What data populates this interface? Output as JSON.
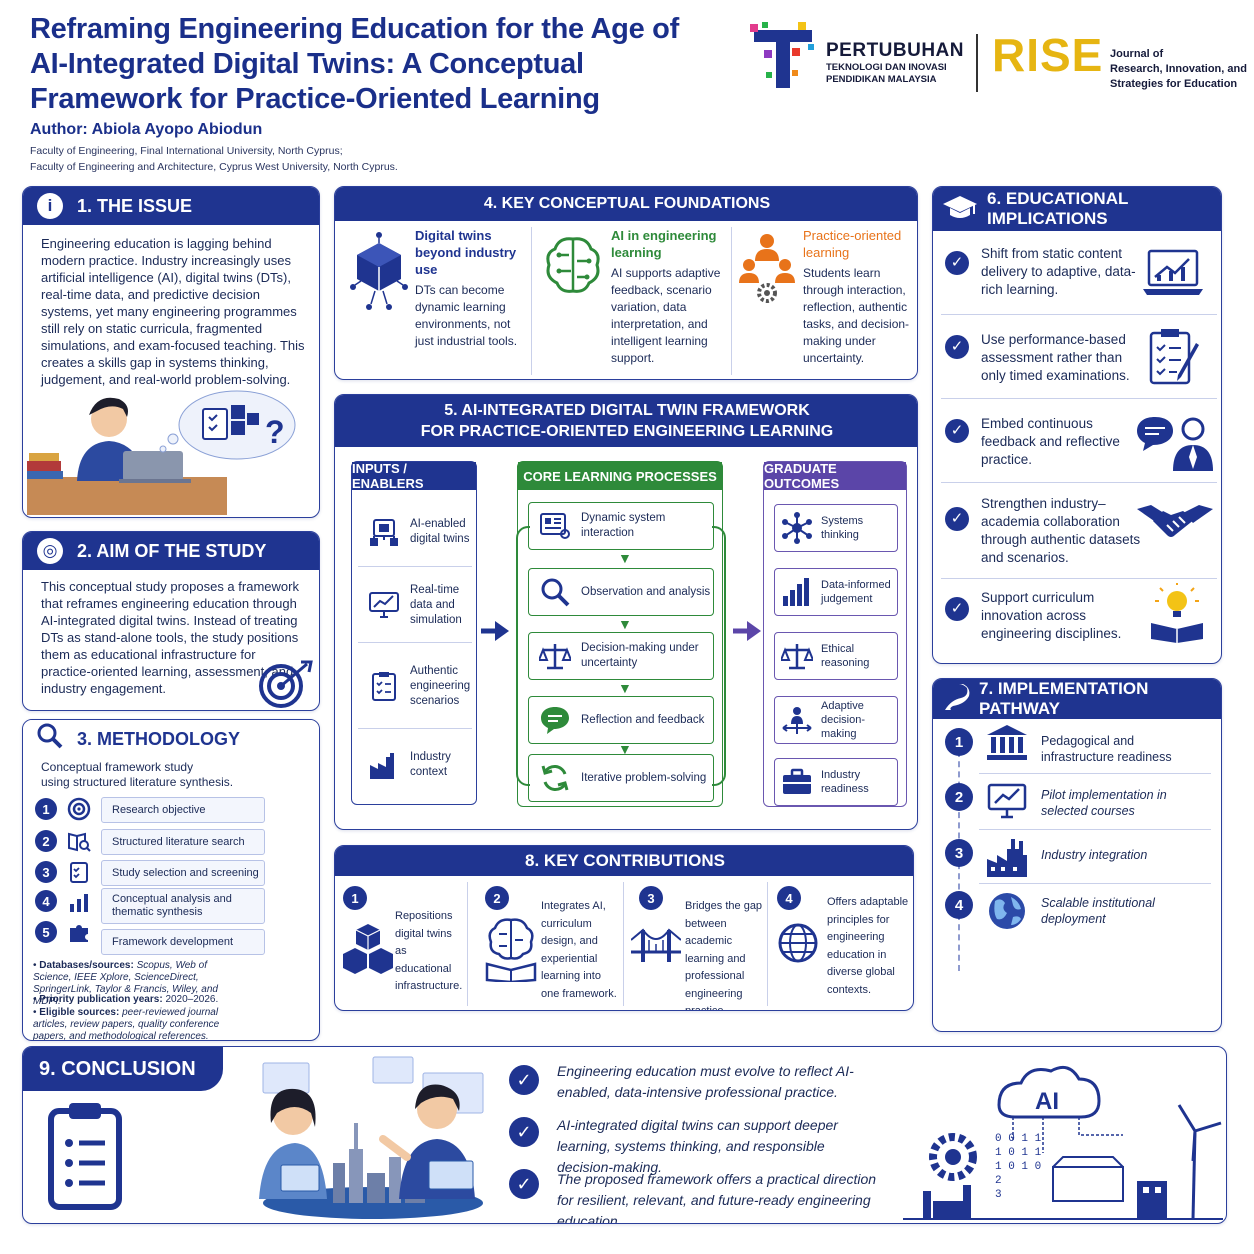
{
  "header": {
    "title": "Reframing Engineering Education for the Age of AI-Integrated Digital Twins: A Conceptual Framework for Practice-Oriented Learning",
    "author": "Author: Abiola Ayopo Abiodun",
    "affiliations": [
      "Faculty of Engineering, Final International University, North Cyprus;",
      "Faculty of Engineering and Architecture, Cyprus West University, North Cyprus."
    ],
    "logo1": {
      "name": "PERTUBUHAN",
      "sub1": "TEKNOLOGI DAN INOVASI",
      "sub2": "PENDIDIKAN MALAYSIA"
    },
    "logo2": {
      "name": "RISE",
      "sub1": "Journal of",
      "sub2": "Research, Innovation, and",
      "sub3": "Strategies for Education"
    }
  },
  "issue": {
    "heading": "1. THE ISSUE",
    "text": "Engineering education is lagging behind modern practice. Industry increasingly uses artificial intelligence (AI), digital twins (DTs), real-time data, and predictive decision systems, yet many engineering programmes still rely on static curricula, fragmented simulations, and exam-focused teaching. This creates a skills gap in systems thinking, judgement, and real-world problem-solving."
  },
  "aim": {
    "heading": "2. AIM OF THE STUDY",
    "text": "This conceptual study proposes a framework that reframes engineering education through AI-integrated digital twins. Instead of treating DTs as stand-alone tools, the study positions them as educational infrastructure for practice-oriented learning, assessment, and industry engagement."
  },
  "method": {
    "heading": "3. METHODOLOGY",
    "intro1": "Conceptual framework study",
    "intro2": "using structured literature synthesis.",
    "steps": [
      "Research objective",
      "Structured literature search",
      "Study selection and screening",
      "Conceptual analysis and thematic synthesis",
      "Framework development"
    ],
    "notes": [
      {
        "label": "Databases/sources:",
        "text": "Scopus, Web of Science, IEEE Xplore, ScienceDirect, SpringerLink, Taylor & Francis, Wiley, and MDPI."
      },
      {
        "label": "Priority publication years:",
        "text": "2020–2026."
      },
      {
        "label": "Eligible sources:",
        "text": "peer-reviewed journal articles, review papers, quality conference papers, and methodological references."
      }
    ]
  },
  "foundations": {
    "heading": "4. KEY CONCEPTUAL FOUNDATIONS",
    "items": [
      {
        "title": "Digital twins beyond industry use",
        "text": "DTs can become dynamic learning environments, not just industrial tools."
      },
      {
        "title": "AI in engineering learning",
        "text": "AI supports adaptive feedback, scenario variation, data interpretation, and intelligent learning support."
      },
      {
        "title": "Practice-oriented learning",
        "text": "Students learn through interaction, reflection, authentic tasks, and decision-making under uncertainty."
      }
    ]
  },
  "framework": {
    "heading1": "5. AI-INTEGRATED DIGITAL TWIN FRAMEWORK",
    "heading2": "FOR PRACTICE-ORIENTED ENGINEERING LEARNING",
    "inputs_head": "INPUTS / ENABLERS",
    "inputs": [
      "AI-enabled digital twins",
      "Real-time data and simulation",
      "Authentic engineering scenarios",
      "Industry context"
    ],
    "core_head": "CORE LEARNING PROCESSES",
    "core": [
      "Dynamic system interaction",
      "Observation and analysis",
      "Decision-making under uncertainty",
      "Reflection and feedback",
      "Iterative problem-solving"
    ],
    "outcomes_head": "GRADUATE OUTCOMES",
    "outcomes": [
      "Systems thinking",
      "Data-informed judgement",
      "Ethical reasoning",
      "Adaptive decision-making",
      "Industry readiness"
    ]
  },
  "implications": {
    "heading": "6. EDUCATIONAL IMPLICATIONS",
    "items": [
      "Shift from static content delivery to adaptive, data-rich learning.",
      "Use performance-based assessment rather than only timed examinations.",
      "Embed continuous feedback and reflective practice.",
      "Strengthen industry–academia collaboration through authentic datasets and scenarios.",
      "Support curriculum innovation across engineering disciplines."
    ]
  },
  "pathway": {
    "heading": "7. IMPLEMENTATION PATHWAY",
    "items": [
      "Pedagogical and infrastructure readiness",
      "Pilot implementation in selected courses",
      "Industry integration",
      "Scalable institutional deployment"
    ]
  },
  "contributions": {
    "heading": "8. KEY CONTRIBUTIONS",
    "items": [
      "Repositions digital twins as educational infrastructure.",
      "Integrates AI, curriculum design, and experiential learning into one framework.",
      "Bridges the gap between academic learning and professional engineering practice.",
      "Offers adaptable principles for engineering education in diverse global contexts."
    ]
  },
  "conclusion": {
    "heading": "9. CONCLUSION",
    "items": [
      "Engineering education must evolve to reflect AI-enabled, data-intensive professional practice.",
      "AI-integrated digital twins can support deeper learning, systems thinking, and responsible decision-making.",
      "The proposed framework offers a practical direction for resilient, relevant, and future-ready engineering education."
    ],
    "ai_label": "AI"
  },
  "colors": {
    "navy": "#1f3490",
    "green": "#2e8a3a",
    "purple": "#5b45a8",
    "orange": "#e8731a"
  }
}
